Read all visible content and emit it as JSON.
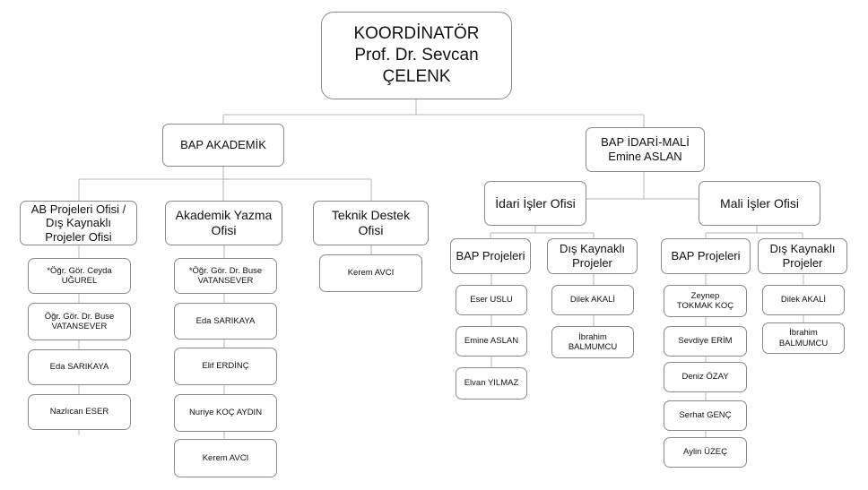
{
  "coordinator": {
    "title": "KOORDİNATÖR",
    "name": "Prof. Dr. Sevcan ÇELENK"
  },
  "academic": {
    "label": "BAP AKADEMİK",
    "ab_office": {
      "label": "AB Projeleri Ofisi /\nDış Kaynaklı\nProjeler Ofisi",
      "members": [
        "*Öğr. Gör. Ceyda\nUĞUREL",
        "Öğr. Gör. Dr. Buse\nVATANSEVER",
        "Eda SARIKAYA",
        "Nazlıcan ESER"
      ]
    },
    "writing_office": {
      "label": "Akademik Yazma\nOfisi",
      "members": [
        "*Öğr. Gör. Dr. Buse\nVATANSEVER",
        "Eda SARIKAYA",
        "Elif ERDİNÇ",
        "Nuriye KOÇ AYDIN",
        "Kerem AVCI"
      ]
    },
    "tech_office": {
      "label": "Teknik Destek\nOfisi",
      "members": [
        "Kerem AVCI"
      ]
    }
  },
  "admin": {
    "label": "BAP İDARİ-MALİ\nEmine ASLAN",
    "idari": {
      "label": "İdari İşler Ofisi",
      "bap": {
        "label": "BAP Projeleri",
        "members": [
          "Eser USLU",
          "Emine ASLAN",
          "Elvan YILMAZ"
        ]
      },
      "dis": {
        "label": "Dış Kaynaklı\nProjeler",
        "members": [
          "Dilek AKALİ",
          "İbrahim\nBALMUMCU"
        ]
      }
    },
    "mali": {
      "label": "Mali İşler Ofisi",
      "bap": {
        "label": "BAP Projeleri",
        "members": [
          "Zeynep\nTOKMAK KOÇ",
          "Sevdiye ERİM",
          "Deniz ÖZAY",
          "Serhat GENÇ",
          "Aylin ÜZEÇ"
        ]
      },
      "dis": {
        "label": "Dış Kaynaklı\nProjeler",
        "members": [
          "Dilek AKALİ",
          "İbrahim\nBALMUMCU"
        ]
      }
    }
  }
}
